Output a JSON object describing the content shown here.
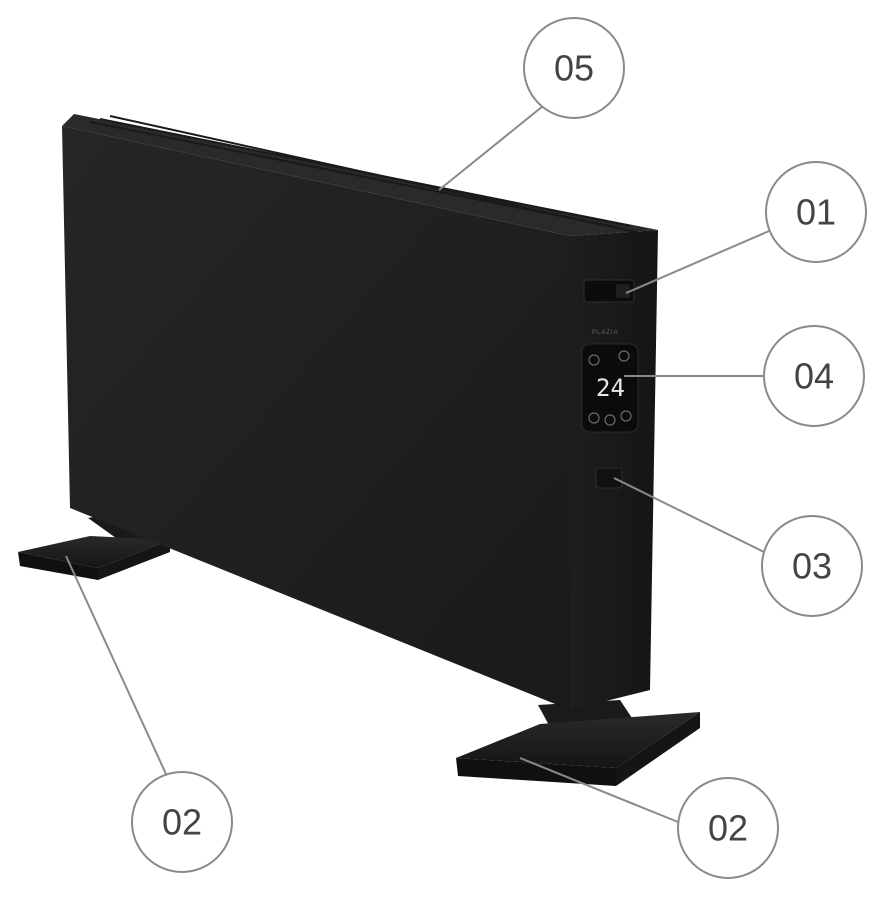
{
  "product": {
    "brand_label": "PLAZIA",
    "display_value": "24",
    "body_color": "#1c1c1c",
    "display_glyph_color": "#e8e8e8"
  },
  "callouts": [
    {
      "id": "power-switch",
      "label": "01"
    },
    {
      "id": "foot-left",
      "label": "02"
    },
    {
      "id": "foot-right",
      "label": "02"
    },
    {
      "id": "knob",
      "label": "03"
    },
    {
      "id": "control-panel",
      "label": "04"
    },
    {
      "id": "top-grille",
      "label": "05"
    }
  ],
  "style": {
    "callout_stroke": "#8a8a8a",
    "leader_color": "#8a8a8a"
  }
}
